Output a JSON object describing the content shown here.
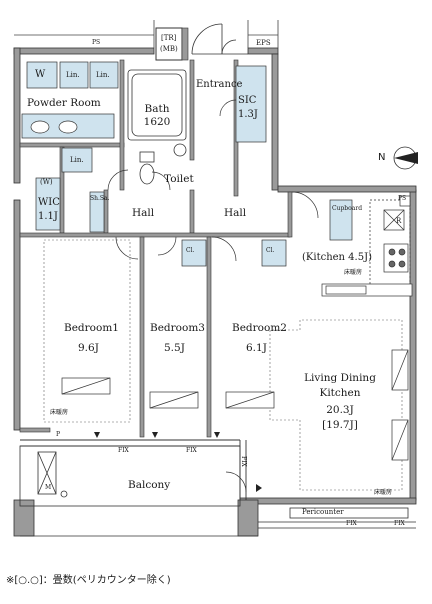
{
  "labels": {
    "ps_top": "PS",
    "eps": "EPS",
    "tr_mb_1": "[TR]",
    "tr_mb_2": "(MB)",
    "w_washer": "W",
    "lin1": "Lin.",
    "lin2": "Lin.",
    "lin3": "Lin.",
    "powder_room": "Powder Room",
    "bath": "Bath",
    "bath_size": "1620",
    "entrance": "Entrance",
    "sic": "SIC",
    "sic_size": "1.3J",
    "toilet": "Toilet",
    "w_small": "(W)",
    "wic": "WIC",
    "wic_size": "1.1J",
    "sh_sa": "Sh.Sa.",
    "hall1": "Hall",
    "hall2": "Hall",
    "ps_kitchen": "PS",
    "r_mark": "R",
    "cupboard": "Cupboard",
    "kitchen": "(Kitchen 4.5J)",
    "floor_heat_kitchen": "床暖房",
    "cl1": "Cl.",
    "cl2": "Cl.",
    "bedroom1": "Bedroom1",
    "bedroom1_size": "9.6J",
    "bedroom3": "Bedroom3",
    "bedroom3_size": "5.5J",
    "bedroom2": "Bedroom2",
    "bedroom2_size": "6.1J",
    "ldk_1": "Living Dining",
    "ldk_2": "Kitchen",
    "ldk_size": "20.3J",
    "ldk_size_alt": "[19.7J]",
    "floor_heat_bed": "床暖房",
    "floor_heat_ldk": "床暖房",
    "p_mark": "P",
    "fix1": "FIX",
    "fix2": "FIX",
    "fix_vertical": "FIX",
    "m_mark": "M",
    "balcony": "Balcony",
    "pericounter": "Pericounter",
    "fix3": "FIX",
    "fix4": "FIX",
    "north": "N"
  },
  "footnote": "※[○.○]：畳数(ペリカウンター除く)",
  "colors": {
    "wall": "#8f8f8f",
    "line": "#333333",
    "storage": "#cfe3ee",
    "outline": "#222222"
  }
}
